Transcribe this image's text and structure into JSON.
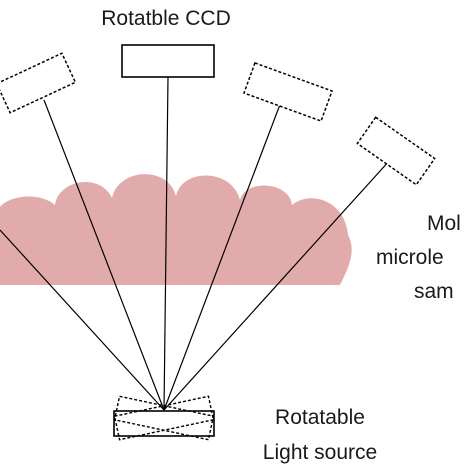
{
  "labels": {
    "ccd": "Rotatble CCD",
    "sample_line1": "Mol",
    "sample_line2": "microle",
    "sample_line3": "sam",
    "light_line1": "Rotatable",
    "light_line2": "Light source"
  },
  "colors": {
    "sample_fill": "#e2abab",
    "line": "#000000"
  }
}
